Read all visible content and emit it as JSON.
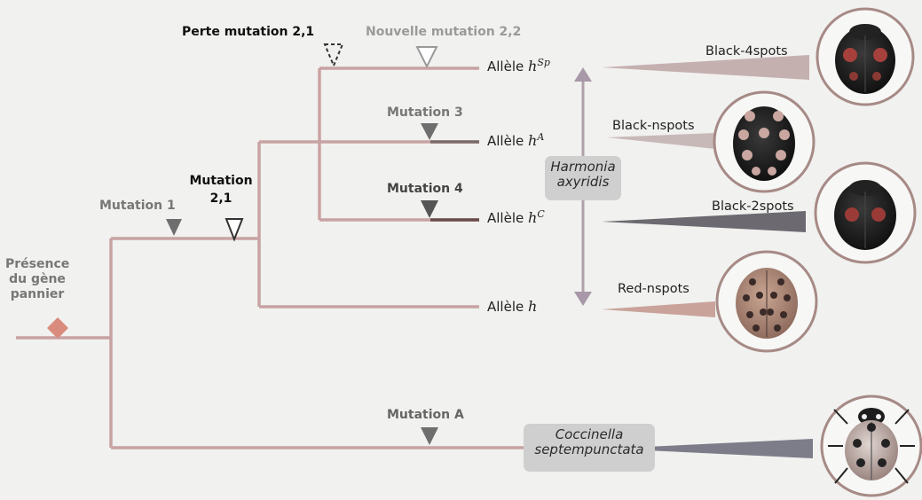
{
  "root": {
    "label_lines": [
      "Présence",
      "du gène",
      "pannier"
    ]
  },
  "mutations": {
    "m1": "Mutation 1",
    "m21_line1": "Mutation",
    "m21_line2": "2,1",
    "m3": "Mutation 3",
    "m4": "Mutation 4",
    "mA": "Mutation A",
    "loss21": "Perte mutation 2,1",
    "new22": "Nouvelle mutation 2,2"
  },
  "alleles": {
    "prefix": "Allèle",
    "symbol": "h",
    "sp": "Sp",
    "a": "A",
    "c": "C"
  },
  "species": {
    "harmonia_line1": "Harmonia",
    "harmonia_line2": "axyridis",
    "coccinella_line1": "Coccinella",
    "coccinella_line2": "septempunctata"
  },
  "phenotypes": {
    "black4": "Black-4spots",
    "blackn": "Black-nspots",
    "black2": "Black-2spots",
    "redn": "Red-nspots"
  },
  "colors": {
    "branch": "#c8a3a3",
    "arrow_dark": "#6e6e6e",
    "diamond": "#d98b7e",
    "circle_ring": "#a68a86",
    "box": "#cfcfcf"
  }
}
